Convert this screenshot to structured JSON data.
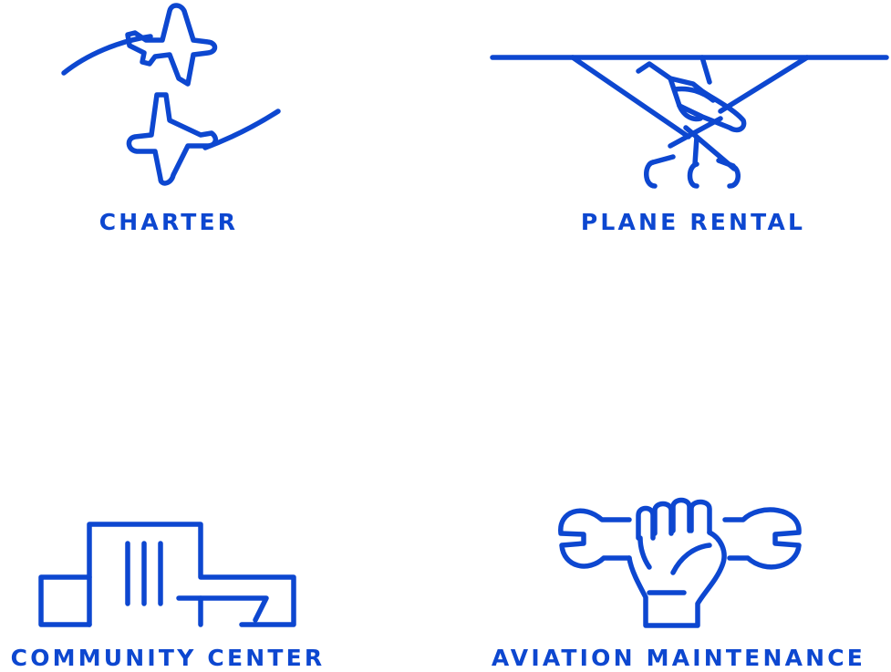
{
  "services": [
    {
      "label": "CHARTER",
      "icon": "airplanes-icon"
    },
    {
      "label": "PLANE RENTAL",
      "icon": "hand-key-wing-icon"
    },
    {
      "label": "COMMUNITY CENTER",
      "icon": "building-icon"
    },
    {
      "label": "AVIATION MAINTENANCE",
      "icon": "fist-wrench-icon"
    }
  ],
  "colors": {
    "accent": "#0d47d0",
    "background": "#ffffff"
  }
}
